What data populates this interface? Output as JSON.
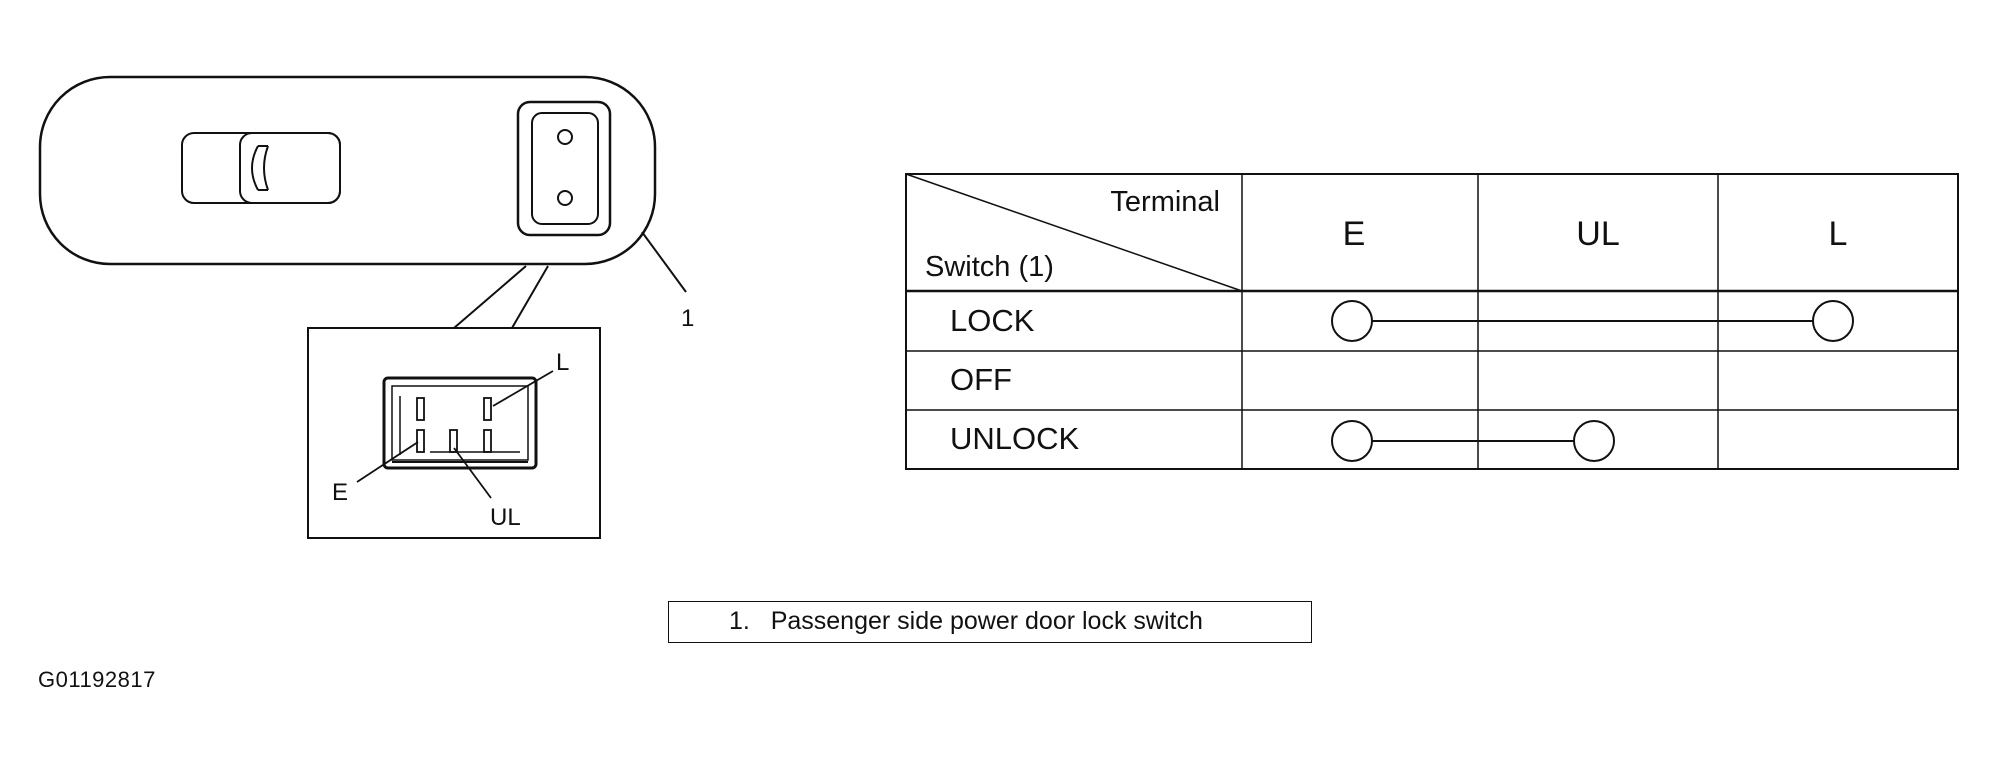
{
  "switch_drawing": {
    "callout_number": "1",
    "connector_labels": {
      "l": "L",
      "e": "E",
      "ul": "UL"
    }
  },
  "table": {
    "header_terminal": "Terminal",
    "header_switch": "Switch (1)",
    "columns": [
      "E",
      "UL",
      "L"
    ],
    "rows": [
      {
        "label": "LOCK",
        "connected": [
          "E",
          "L"
        ]
      },
      {
        "label": "OFF",
        "connected": []
      },
      {
        "label": "UNLOCK",
        "connected": [
          "E",
          "UL"
        ]
      }
    ]
  },
  "legend": {
    "number": "1.",
    "text": "Passenger side power door lock switch"
  },
  "figure_id": "G01192817"
}
